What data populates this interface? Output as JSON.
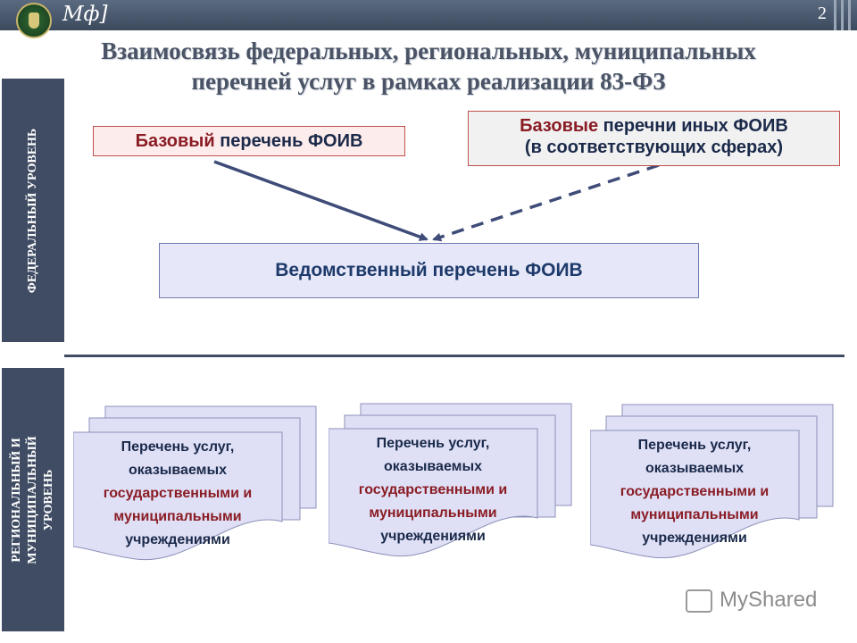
{
  "header": {
    "brand": "Мф]",
    "page_number": "2"
  },
  "title": {
    "line1": "Взаимосвязь федеральных, региональных, муниципальных",
    "line2": "перечней услуг в рамках реализации 83-ФЗ"
  },
  "levels": {
    "federal": "ФЕДЕРАЛЬНЫЙ УРОВЕНЬ",
    "regional_line1": "РЕГИОНАЛЬНЫЙ И",
    "regional_line2": "МУНИЦИПАЛЬНЫЙ",
    "regional_line3": "УРОВЕНЬ"
  },
  "boxes": {
    "basic_accent": "Базовый",
    "basic_rest": " перечень ФОИВ",
    "other_accent": "Базовые",
    "other_rest": " перечни иных ФОИВ",
    "other_line2": "(в соответствующих сферах)",
    "departmental": "Ведомственный перечень ФОИВ"
  },
  "documents": [
    {
      "line1": "Перечень услуг,",
      "line2": "оказываемых",
      "line3": "государственными и",
      "line4": "муниципальными",
      "line5": "учреждениями"
    },
    {
      "line1": "Перечень услуг,",
      "line2": "оказываемых",
      "line3": "государственными и",
      "line4": "муниципальными",
      "line5": "учреждениями"
    },
    {
      "line1": "Перечень услуг,",
      "line2": "оказываемых",
      "line3": "государственными и",
      "line4": "муниципальными",
      "line5": "учреждениями"
    }
  ],
  "watermark": "MyShared",
  "colors": {
    "accent_red": "#8a1c24",
    "bar": "#3f4c63",
    "doc_fill": "#dfe0f6",
    "arrow": "#3f4c78"
  }
}
